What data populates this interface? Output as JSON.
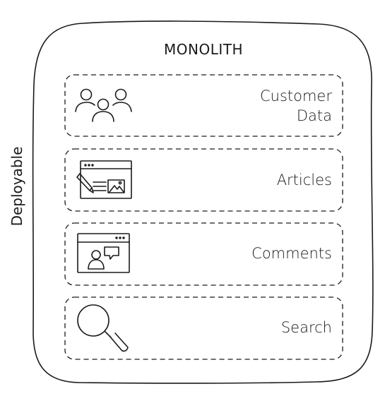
{
  "title": "MONOLITH",
  "side_label": "Deployable",
  "modules": [
    {
      "lines": [
        "Customer",
        "Data"
      ],
      "icon": "users-icon"
    },
    {
      "lines": [
        "Articles"
      ],
      "icon": "article-editor-icon"
    },
    {
      "lines": [
        "Comments"
      ],
      "icon": "comment-window-icon"
    },
    {
      "lines": [
        "Search"
      ],
      "icon": "magnifier-icon"
    }
  ]
}
